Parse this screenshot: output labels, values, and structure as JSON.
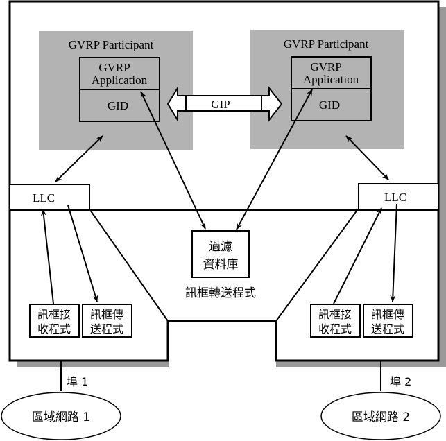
{
  "diagram": {
    "participants": [
      {
        "title": "GVRP Participant",
        "application": [
          "GVRP",
          "Application"
        ],
        "gid": "GID"
      },
      {
        "title": "GVRP Participant",
        "application": [
          "GVRP",
          "Application"
        ],
        "gid": "GID"
      }
    ],
    "gip_label": "GIP",
    "llc_left": "LLC",
    "llc_right": "LLC",
    "filter_db": [
      "過濾",
      "資料庫"
    ],
    "forwarding_process": "訊框轉送程式",
    "left_receive": [
      "訊框接",
      "收程式"
    ],
    "left_transmit": [
      "訊框傳",
      "送程式"
    ],
    "right_receive": [
      "訊框接",
      "收程式"
    ],
    "right_transmit": [
      "訊框傳",
      "送程式"
    ],
    "port1": "埠 1",
    "port2": "埠 2",
    "lan1": "區域網路 1",
    "lan2": "區域網路 2",
    "colors": {
      "participant_fill": "#b3b3b3",
      "shadow": "#999999",
      "line": "#000000"
    }
  }
}
